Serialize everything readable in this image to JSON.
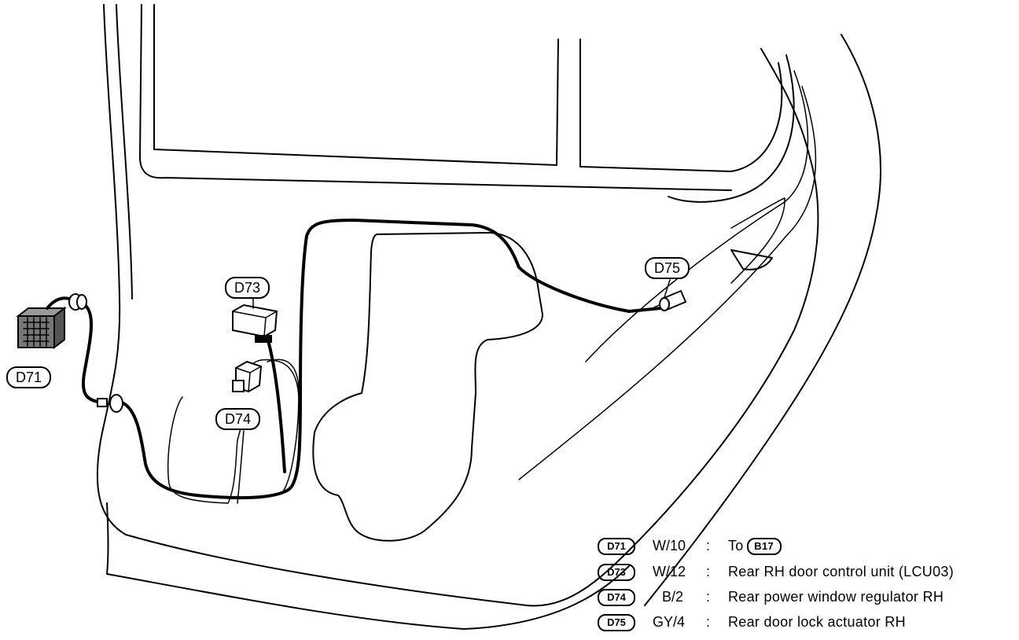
{
  "callouts": {
    "d71": "D71",
    "d73": "D73",
    "d74": "D74",
    "d75": "D75"
  },
  "legend": [
    {
      "connector": "D71",
      "code": "W/10",
      "separator": ":",
      "description": "To",
      "ref": "B17"
    },
    {
      "connector": "D73",
      "code": "W/12",
      "separator": ":",
      "description": "Rear RH door control unit (LCU03)"
    },
    {
      "connector": "D74",
      "code": "B/2",
      "separator": ":",
      "description": "Rear power window regulator RH"
    },
    {
      "connector": "D75",
      "code": "GY/4",
      "separator": ":",
      "description": "Rear door lock actuator RH"
    }
  ]
}
